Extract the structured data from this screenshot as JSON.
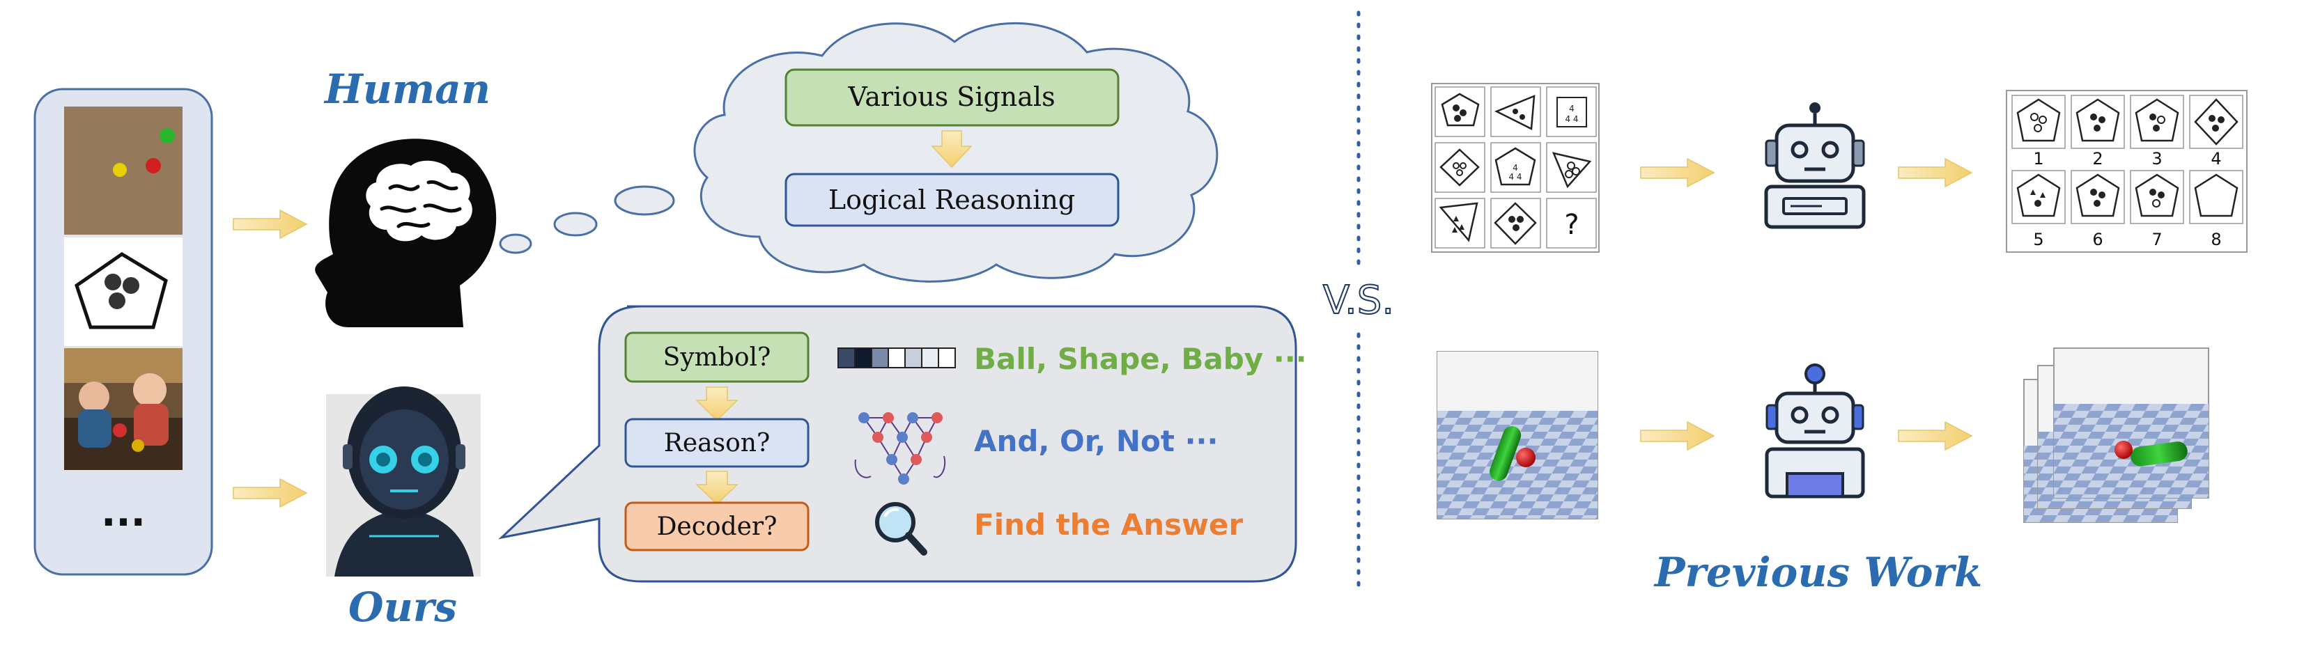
{
  "left_panel": {
    "ellipsis": "...",
    "images": [
      "photo-balls-on-floor",
      "shape-pentagon-dots",
      "photo-babies"
    ]
  },
  "human": {
    "title": "Human"
  },
  "ours": {
    "title": "Ours"
  },
  "thought": {
    "box1": "Various Signals",
    "box2": "Logical Reasoning"
  },
  "pipeline": {
    "step1": "Symbol?",
    "step2": "Reason?",
    "step3": "Decoder?",
    "desc1": "Ball, Shape, Baby ···",
    "desc2": "And, Or, Not ···",
    "desc3": "Find the Answer"
  },
  "vs": "V.S.",
  "previous": {
    "title": "Previous Work",
    "puzzle_question": "?",
    "answer_labels": [
      "1",
      "2",
      "3",
      "4",
      "5",
      "6",
      "7",
      "8"
    ]
  },
  "colors": {
    "blue_title": "#2b6cb0",
    "green_text": "#70ad47",
    "blue_text": "#4472c4",
    "orange_text": "#ed7d31",
    "arrow": "#f5d98a"
  }
}
